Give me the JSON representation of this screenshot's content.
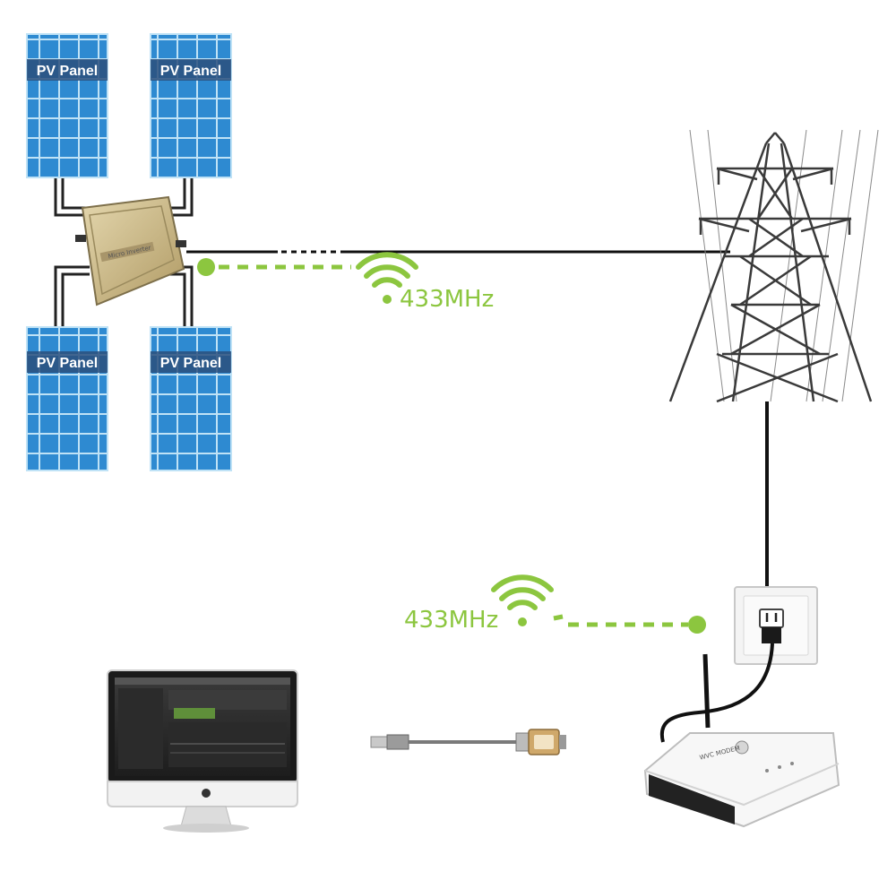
{
  "panels": [
    {
      "label": "PV Panel"
    },
    {
      "label": "PV Panel"
    },
    {
      "label": "PV Panel"
    },
    {
      "label": "PV Panel"
    }
  ],
  "wireless_top": {
    "label": "433MHz",
    "icon": "wifi-icon"
  },
  "wireless_bottom": {
    "label": "433MHz",
    "icon": "wifi-icon"
  },
  "colors": {
    "panel_cell": "#2e8ad1",
    "panel_grid": "#bfe2f6",
    "panel_header": "#2a4f7c",
    "signal_green": "#8cc63f",
    "inverter_gold": "#c9b98a",
    "tower": "#3a3a3a",
    "cable": "#222222"
  }
}
